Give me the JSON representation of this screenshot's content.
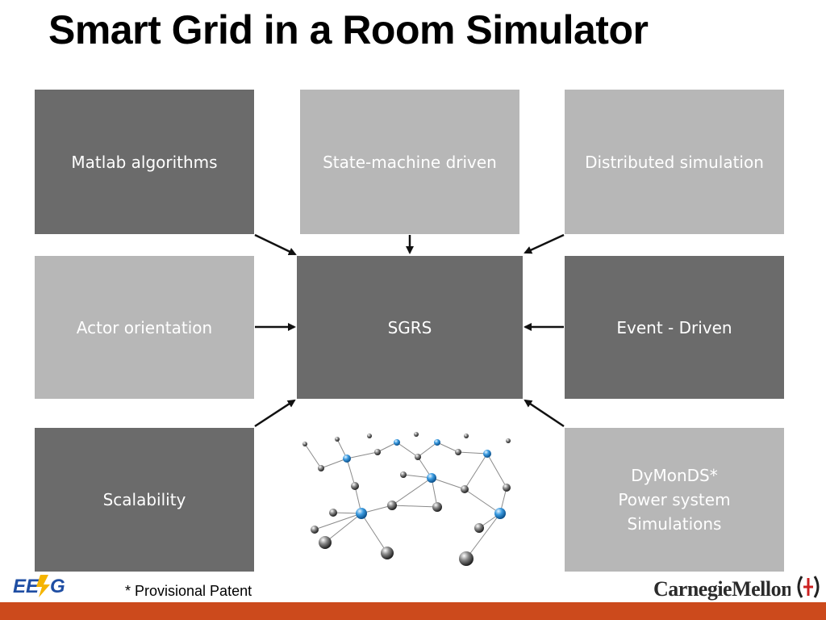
{
  "title": "Smart Grid in a Room Simulator",
  "boxes": {
    "matlab": "Matlab algorithms",
    "state_machine": "State-machine driven",
    "distributed": "Distributed simulation",
    "actor": "Actor orientation",
    "sgrs": "SGRS",
    "event": "Event - Driven",
    "scalability": "Scalability",
    "dymonds": "DyMonDS*\nPower system\nSimulations"
  },
  "footnote": "* Provisional Patent",
  "logos": {
    "eesg": "EESG",
    "cmu": "CarnegieMellon"
  },
  "colors": {
    "dark_box": "#6b6b6b",
    "light_box": "#b7b7b7",
    "footer": "#cc4a1c",
    "node_blue": "#2f8fd6",
    "node_grey": "#555555"
  }
}
